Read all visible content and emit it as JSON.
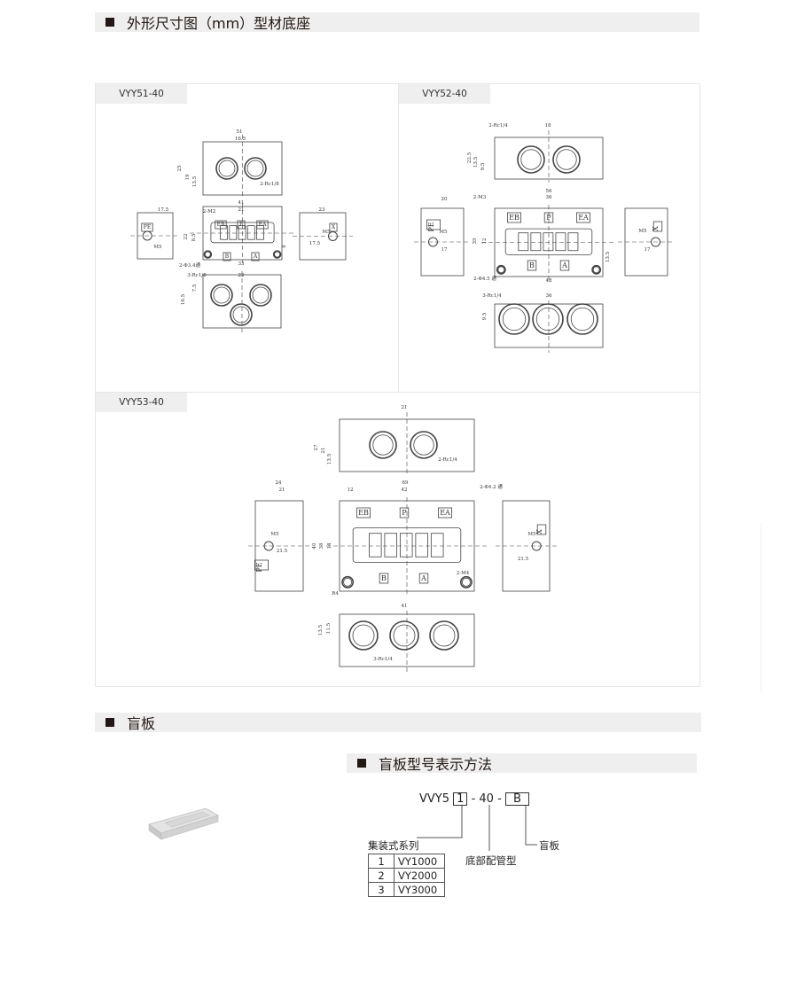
{
  "section1": {
    "title": "外形尺寸图（mm）型材底座"
  },
  "panels": [
    {
      "model": "VYY51-40",
      "ports": [
        "EB",
        "P",
        "EA",
        "B",
        "A",
        "PE",
        "X"
      ],
      "dims": [
        "51",
        "16.5",
        "25",
        "19",
        "13.5",
        "2-Rc1/8",
        "41",
        "2-M2",
        "21",
        "22",
        "8.5",
        "8",
        "33",
        "2-Φ3.4通",
        "23",
        "M5",
        "17.5",
        "17.5",
        "M5",
        "3-Rc1/8",
        "22",
        "7.5",
        "16.5"
      ]
    },
    {
      "model": "VYY52-40",
      "ports": [
        "EB",
        "P",
        "EA",
        "B",
        "A",
        "PE",
        "X"
      ],
      "dims": [
        "2-Rc1/4",
        "18",
        "22.5",
        "13.5",
        "9.5",
        "56",
        "36",
        "2-M3",
        "35",
        "12",
        "13.5",
        "48",
        "2-Φ4.5 通",
        "20",
        "M5",
        "17",
        "M5",
        "17",
        "3-Rc1/4",
        "36",
        "9.5"
      ]
    },
    {
      "model": "VYY53-40",
      "ports": [
        "EB",
        "P",
        "EA",
        "B",
        "A",
        "PE",
        "X"
      ],
      "dims": [
        "21",
        "27",
        "21",
        "13.5",
        "2-Rc1/4",
        "24",
        "21",
        "69",
        "12",
        "42",
        "2-Φ4.2 通",
        "M5",
        "21.5",
        "40",
        "38",
        "14",
        "2-M4",
        "R4",
        "21.5",
        "M5",
        "41",
        "13.5",
        "11.5",
        "3-Rc1/4"
      ]
    }
  ],
  "section2": {
    "title": "盲板"
  },
  "section3": {
    "title": "盲板型号表示方法"
  },
  "model_code": {
    "prefix": "VVY5",
    "series_code": "1",
    "sep1": "-",
    "base": "40",
    "sep2": "-",
    "blank": "B",
    "series_label": "集装式系列",
    "base_label": "底部配管型",
    "blank_label": "盲板",
    "series_table": [
      {
        "code": "1",
        "model": "VY1000"
      },
      {
        "code": "2",
        "model": "VY2000"
      },
      {
        "code": "3",
        "model": "VY3000"
      }
    ]
  }
}
